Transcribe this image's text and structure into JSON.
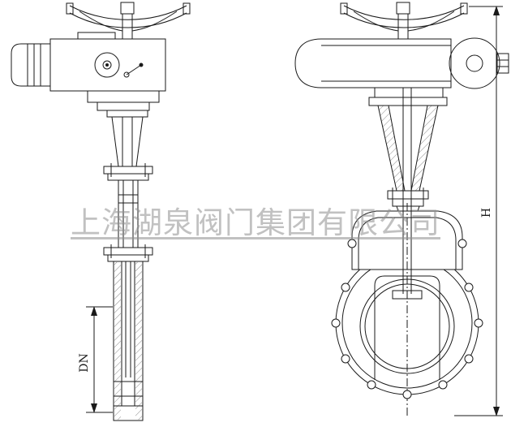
{
  "colors": {
    "ink": "#1a1a1a",
    "background": "#ffffff",
    "watermark": "#8f8f8f"
  },
  "watermark": {
    "text": "上海湖泉阀门集团有限公司"
  },
  "dimension_labels": {
    "dn": "DN",
    "h": "H"
  }
}
